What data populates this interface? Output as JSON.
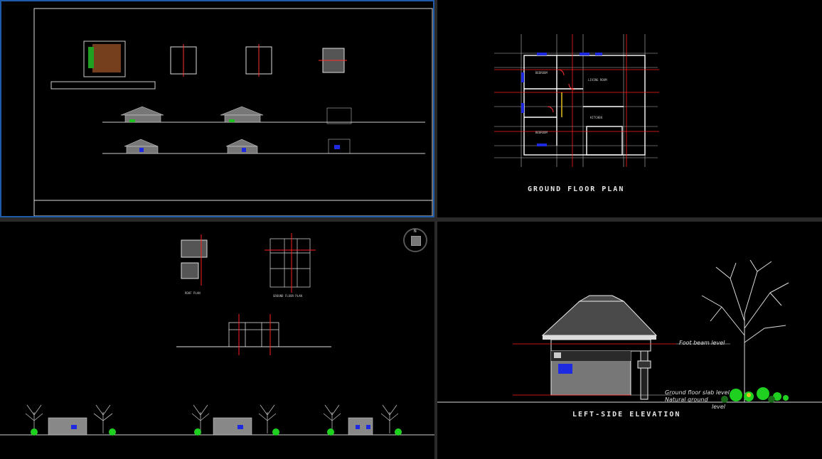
{
  "app": {
    "title": ""
  },
  "viewports": {
    "top_left": {
      "active": true,
      "accent": "#1e5aa8"
    },
    "top_right": {
      "title": "GROUND  FLOOR  PLAN",
      "room_labels": [
        "BEDROOM",
        "LIVING ROOM",
        "KITCHEN",
        "BEDROOM"
      ]
    },
    "bottom_left": {
      "plan_labels": [
        "ROOF PLAN",
        "GROUND FLOOR PLAN"
      ],
      "viewcube_label": "N"
    },
    "bottom_right": {
      "title": "LEFT-SIDE  ELEVATION",
      "levels": [
        "Foot beam  level",
        "Ground floor slab  level",
        "Natural ground",
        "level"
      ]
    }
  },
  "colors": {
    "background": "#000000",
    "line_white": "#ffffff",
    "red": "#ff2020",
    "blue": "#1e2ae0",
    "green": "#20d020",
    "brown": "#8a4a22",
    "grey": "#8a8a8a",
    "yellow": "#e0c020"
  }
}
